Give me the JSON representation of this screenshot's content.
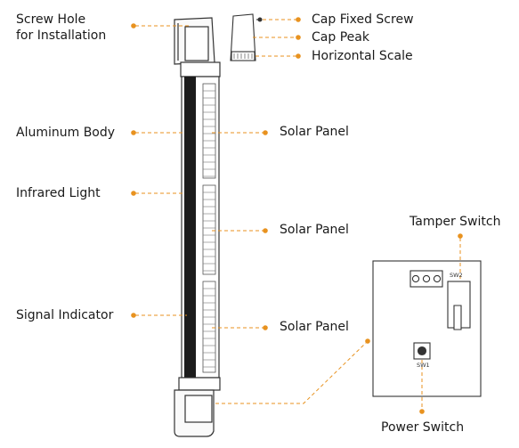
{
  "accent_color": "#e8921f",
  "labels": {
    "screw_hole": "Screw Hole\nfor Installation",
    "aluminum_body": "Aluminum Body",
    "infrared_light": "Infrared Light",
    "signal_indicator": "Signal Indicator",
    "cap_fixed_screw": "Cap Fixed Screw",
    "cap_peak": "Cap Peak",
    "horizontal_scale": "Horizontal Scale",
    "solar_panel_1": "Solar Panel",
    "solar_panel_2": "Solar Panel",
    "solar_panel_3": "Solar Panel",
    "tamper_switch": "Tamper Switch",
    "power_switch": "Power Switch",
    "sw2": "SW2",
    "sw1": "SW1"
  }
}
